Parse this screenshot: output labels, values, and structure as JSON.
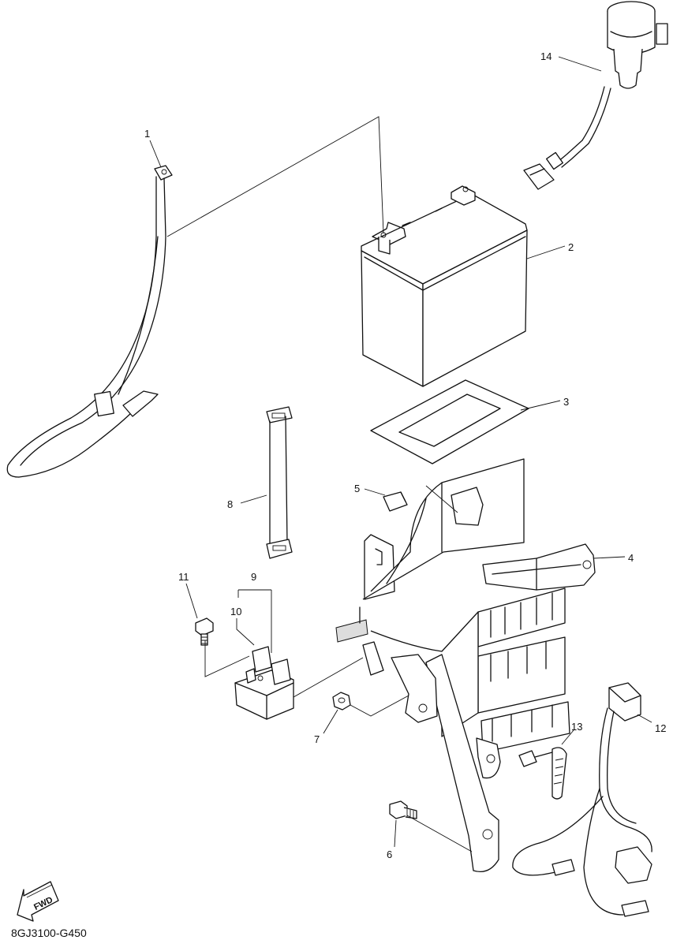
{
  "diagram_code": "8GJ3100-G450",
  "fwd_label": "FWD",
  "callouts": {
    "c1": "1",
    "c2": "2",
    "c3": "3",
    "c4": "4",
    "c5": "5",
    "c6": "6",
    "c7": "7",
    "c8": "8",
    "c9": "9",
    "c10": "10",
    "c11": "11",
    "c12": "12",
    "c13": "13",
    "c14": "14"
  }
}
